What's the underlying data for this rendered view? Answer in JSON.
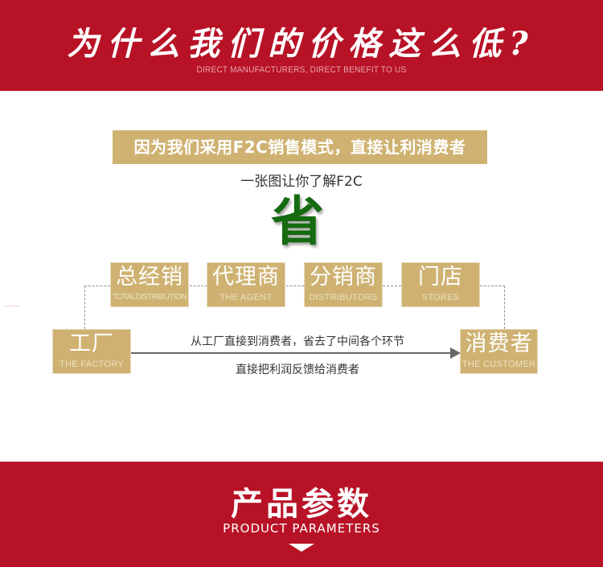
{
  "header": {
    "title": "为什么我们的价格这么低?",
    "subtitle": "DIRECT MANUFACTURERS, DIRECT BENEFIT TO US"
  },
  "banner": {
    "text": "因为我们采用F2C销售模式，直接让利消费者"
  },
  "intro": {
    "subtitle": "一张图让你了解F2C",
    "highlight": "省"
  },
  "colors": {
    "brand_red": "#b81226",
    "gold": "#cfb272",
    "green": "#156b10"
  },
  "channel_boxes": [
    {
      "cn": "总经销",
      "en": "TOTALDISTRIBUTION"
    },
    {
      "cn": "代理商",
      "en": "THE AGENT"
    },
    {
      "cn": "分销商",
      "en": "DISTRIBUTORS"
    },
    {
      "cn": "门店",
      "en": "STORES"
    }
  ],
  "factory": {
    "cn": "工厂",
    "en": "THE FACTORY"
  },
  "customer": {
    "cn": "消费者",
    "en": "THE CUSTOMER"
  },
  "arrow": {
    "top_text": "从工厂直接到消费者，省去了中间各个环节",
    "bottom_text": "直接把利润反馈给消费者"
  },
  "section": {
    "title": "产品参数",
    "subtitle": "PRODUCT PARAMETERS"
  }
}
